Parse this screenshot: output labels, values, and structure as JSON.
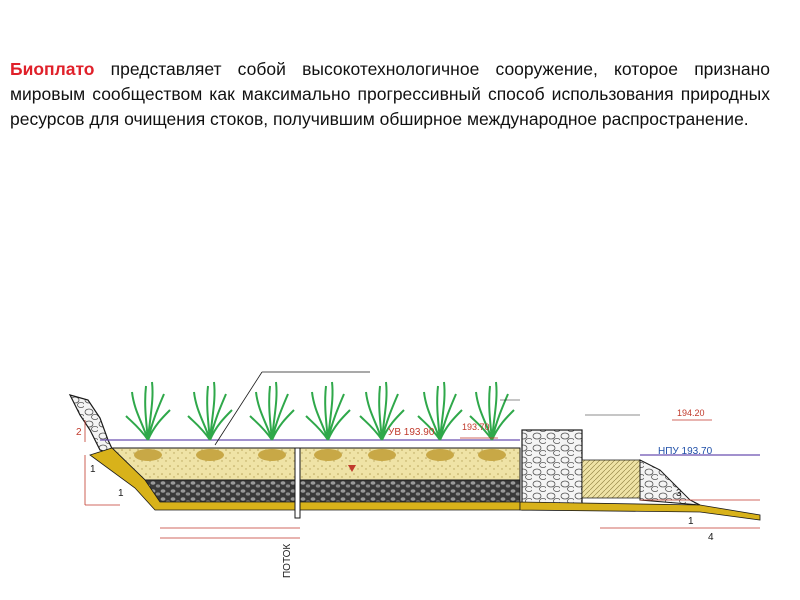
{
  "intro": {
    "term": "Биоплато",
    "text": " представляет собой высокотехнологичное сооружение, которое признано мировым сообществом как максимально прогрессивный способ использования природных ресурсов для очищения стоков, получившим обширное международное распространение."
  },
  "diagram": {
    "water_level_label": "УВ 193.90",
    "level_a_label": "193.70",
    "level_b_label": "194.20",
    "npu_label": "НПУ 193.70",
    "flow_label": "ПОТОК",
    "dims": [
      "2",
      "1",
      "1",
      "3",
      "1",
      "4"
    ],
    "colors": {
      "outline": "#1a1a1a",
      "fill_layer": "#efe3a6",
      "gravel_dark": "#222222",
      "band_gold": "#d8b21a",
      "water_line": "#6b4fb0",
      "dimension": "#c0392b",
      "label_blue": "#1f4fa8",
      "red_label": "#c0392b",
      "plant_green": "#2fa84a",
      "stone_fill": "#f2f2f2"
    }
  }
}
